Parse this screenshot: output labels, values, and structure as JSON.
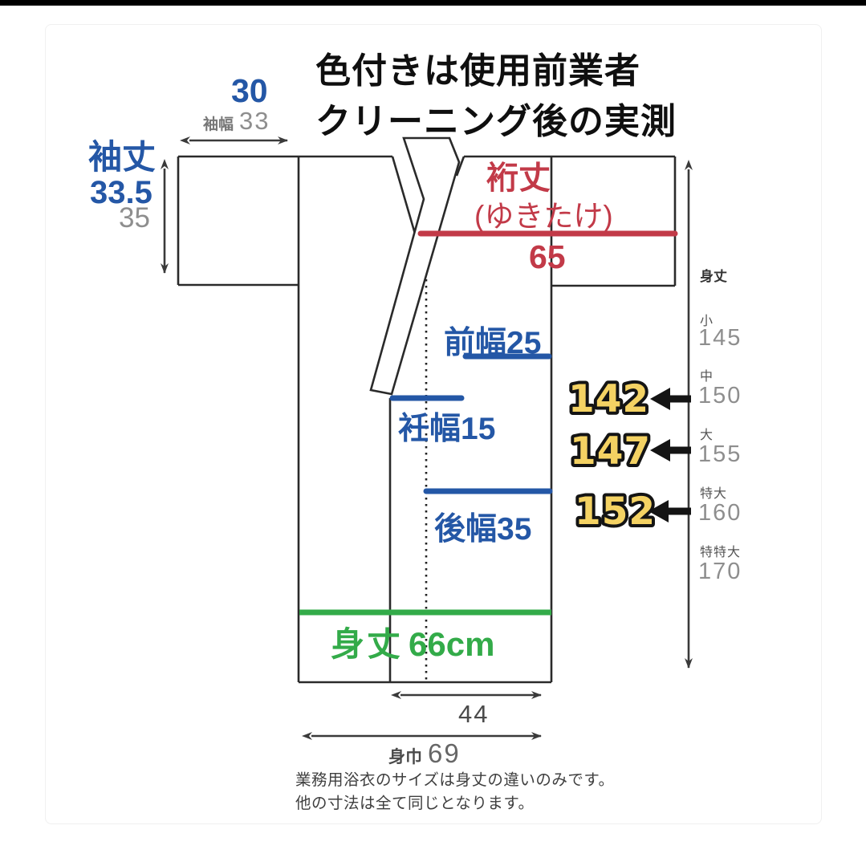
{
  "title": {
    "line1": "色付きは使用前業者",
    "line2": "クリーニング後の実測"
  },
  "sleeve": {
    "length_label": "袖丈",
    "length_measured": "33.5",
    "length_original": "35",
    "width_measured": "30",
    "width_label": "袖幅",
    "width_original": "33"
  },
  "yuki": {
    "label": "裄丈",
    "reading": "(ゆきたけ)",
    "value": "65"
  },
  "widths": {
    "front": "前幅25",
    "okumi": "衽幅15",
    "back": "後幅35"
  },
  "body_length_green": {
    "label": "身丈",
    "value": "66cm"
  },
  "bottom": {
    "front_panel_width": "44",
    "body_width_label": "身巾",
    "body_width_value": "69"
  },
  "notes": {
    "line1": "業務用浴衣のサイズは身丈の違いのみです。",
    "line2": "他の寸法は全て同じとなります。"
  },
  "axis": {
    "label": "身丈",
    "sizes": [
      {
        "size": "小",
        "value": "145"
      },
      {
        "size": "中",
        "value": "150",
        "measured": "142"
      },
      {
        "size": "大",
        "value": "155",
        "measured": "147"
      },
      {
        "size": "特大",
        "value": "160",
        "measured": "152"
      },
      {
        "size": "特特大",
        "value": "170"
      }
    ]
  },
  "colors": {
    "blue": "#2457a6",
    "red": "#c23a48",
    "green": "#33ab49",
    "yellow": "#f4d263",
    "gray": "#8e8e8e",
    "black": "#0f0f0f"
  }
}
